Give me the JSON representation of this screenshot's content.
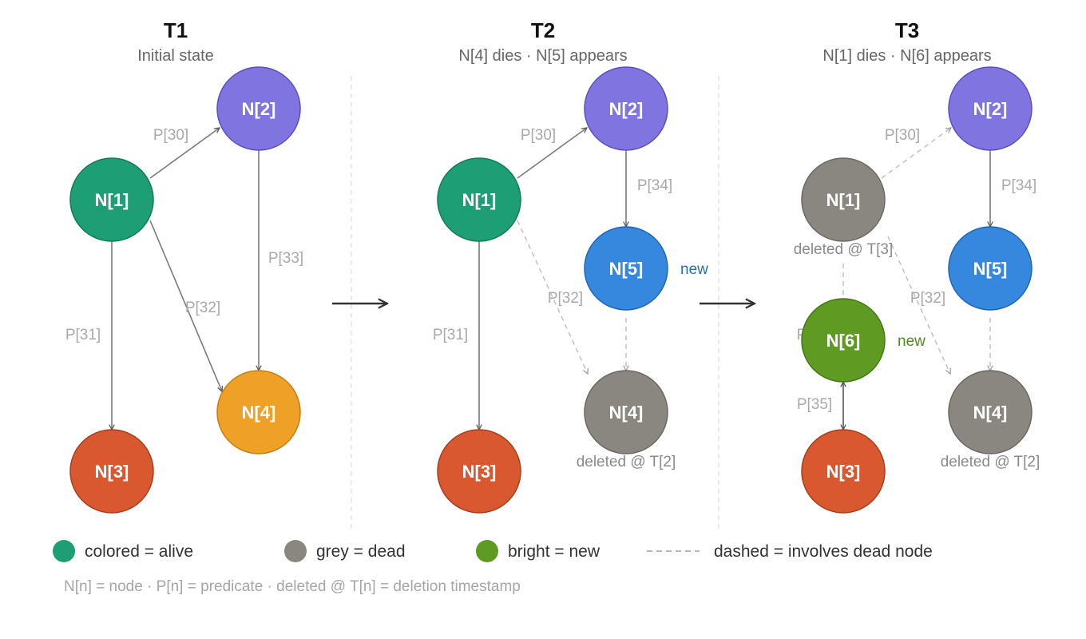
{
  "colors": {
    "alive_teal": "#1e9e74",
    "alive_purple": "#7f74e0",
    "alive_red": "#d9582f",
    "alive_orange": "#eea027",
    "new_blue": "#3588de",
    "new_green": "#5f9b22",
    "dead_grey": "#8a8780",
    "edge": "#7a7a7a",
    "edge_dashed": "#bdbdbd",
    "new_blue_text": "#2b6ca6",
    "new_green_text": "#4e8a1d"
  },
  "panels": [
    {
      "title": "T1",
      "subtitle": "Initial state",
      "nodes": [
        {
          "id": "N[1]",
          "state": "alive",
          "color": "#1e9e74",
          "note": ""
        },
        {
          "id": "N[2]",
          "state": "alive",
          "color": "#7f74e0",
          "note": ""
        },
        {
          "id": "N[3]",
          "state": "alive",
          "color": "#d9582f",
          "note": ""
        },
        {
          "id": "N[4]",
          "state": "alive",
          "color": "#eea027",
          "note": ""
        }
      ],
      "edges": [
        {
          "from": "N[1]",
          "to": "N[2]",
          "label": "P[30]",
          "dashed": false
        },
        {
          "from": "N[1]",
          "to": "N[3]",
          "label": "P[31]",
          "dashed": false
        },
        {
          "from": "N[1]",
          "to": "N[4]",
          "label": "P[32]",
          "dashed": false
        },
        {
          "from": "N[2]",
          "to": "N[4]",
          "label": "P[33]",
          "dashed": false
        }
      ]
    },
    {
      "title": "T2",
      "subtitle": "N[4] dies · N[5] appears",
      "nodes": [
        {
          "id": "N[1]",
          "state": "alive",
          "color": "#1e9e74",
          "note": ""
        },
        {
          "id": "N[2]",
          "state": "alive",
          "color": "#7f74e0",
          "note": ""
        },
        {
          "id": "N[3]",
          "state": "alive",
          "color": "#d9582f",
          "note": ""
        },
        {
          "id": "N[5]",
          "state": "new",
          "color": "#3588de",
          "note": "new"
        },
        {
          "id": "N[4]",
          "state": "dead",
          "color": "#8a8780",
          "note": "deleted @ T[2]"
        }
      ],
      "edges": [
        {
          "from": "N[1]",
          "to": "N[2]",
          "label": "P[30]",
          "dashed": false
        },
        {
          "from": "N[1]",
          "to": "N[3]",
          "label": "P[31]",
          "dashed": false
        },
        {
          "from": "N[2]",
          "to": "N[5]",
          "label": "P[34]",
          "dashed": false
        },
        {
          "from": "N[1]",
          "to": "N[4]",
          "label": "P[32]",
          "dashed": true
        },
        {
          "from": "N[5]",
          "to": "N[4]",
          "label": "",
          "dashed": true
        }
      ]
    },
    {
      "title": "T3",
      "subtitle": "N[1] dies · N[6] appears",
      "nodes": [
        {
          "id": "N[1]",
          "state": "dead",
          "color": "#8a8780",
          "note": "deleted @ T[3]"
        },
        {
          "id": "N[2]",
          "state": "alive",
          "color": "#7f74e0",
          "note": ""
        },
        {
          "id": "N[3]",
          "state": "alive",
          "color": "#d9582f",
          "note": ""
        },
        {
          "id": "N[5]",
          "state": "alive",
          "color": "#3588de",
          "note": ""
        },
        {
          "id": "N[6]",
          "state": "new",
          "color": "#5f9b22",
          "note": "new"
        },
        {
          "id": "N[4]",
          "state": "dead",
          "color": "#8a8780",
          "note": "deleted @ T[2]"
        }
      ],
      "edges": [
        {
          "from": "N[1]",
          "to": "N[2]",
          "label": "P[30]",
          "dashed": true
        },
        {
          "from": "N[2]",
          "to": "N[5]",
          "label": "P[34]",
          "dashed": false
        },
        {
          "from": "N[1]",
          "to": "N[4]",
          "label": "P[32]",
          "dashed": true
        },
        {
          "from": "N[5]",
          "to": "N[4]",
          "label": "",
          "dashed": true
        },
        {
          "from": "N[1]",
          "to": "N[6]",
          "label": "P",
          "dashed": true
        },
        {
          "from": "N[6]",
          "to": "N[3]",
          "label": "P[35]",
          "dashed": false
        }
      ]
    }
  ],
  "legend": [
    {
      "swatch": "circle",
      "color": "#1e9e74",
      "label": "colored = alive"
    },
    {
      "swatch": "circle",
      "color": "#8a8780",
      "label": "grey = dead"
    },
    {
      "swatch": "circle",
      "color": "#5f9b22",
      "label": "bright = new"
    },
    {
      "swatch": "dashed-line",
      "color": "#9e9e9e",
      "label": "dashed = involves dead node"
    }
  ],
  "footnote": "N[n] = node · P[n] = predicate · deleted @ T[n] = deletion timestamp"
}
